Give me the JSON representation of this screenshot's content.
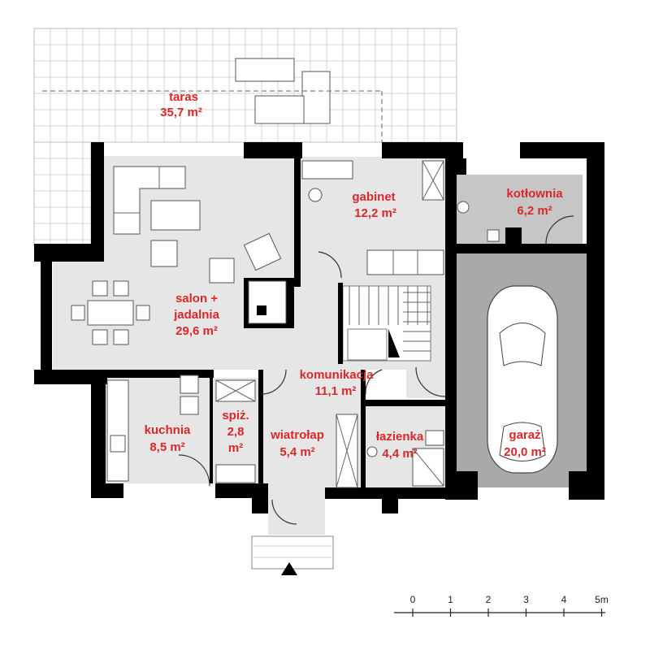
{
  "colors": {
    "label_red": "#d9282a",
    "floor_light": "#e6e6e6",
    "floor_garage": "#a9a9a9",
    "floor_boiler": "#c6c6c6",
    "terrace": "#ffffff",
    "wall": "#000000"
  },
  "rooms": {
    "taras": {
      "name": "taras",
      "area": "35,7 m²"
    },
    "gabinet": {
      "name": "gabinet",
      "area": "12,2 m²"
    },
    "kotlownia": {
      "name": "kotłownia",
      "area": "6,2 m²"
    },
    "salon": {
      "name_1": "salon +",
      "name_2": "jadalnia",
      "area": "29,6 m²"
    },
    "komunikacja": {
      "name": "komunikacja",
      "area": "11,1 m²"
    },
    "kuchnia": {
      "name": "kuchnia",
      "area": "8,5 m²"
    },
    "spizarnia": {
      "name": "spiż.",
      "area_1": "2,8",
      "area_2": "m²"
    },
    "wiatrolap": {
      "name": "wiatrołap",
      "area": "5,4 m²"
    },
    "lazienka": {
      "name": "łazienka",
      "area": "4,4 m²"
    },
    "garaz": {
      "name": "garaż",
      "area": "20,0 m²"
    }
  },
  "scale_bar": {
    "ticks": [
      "0",
      "1",
      "2",
      "3",
      "4",
      "5m"
    ]
  }
}
